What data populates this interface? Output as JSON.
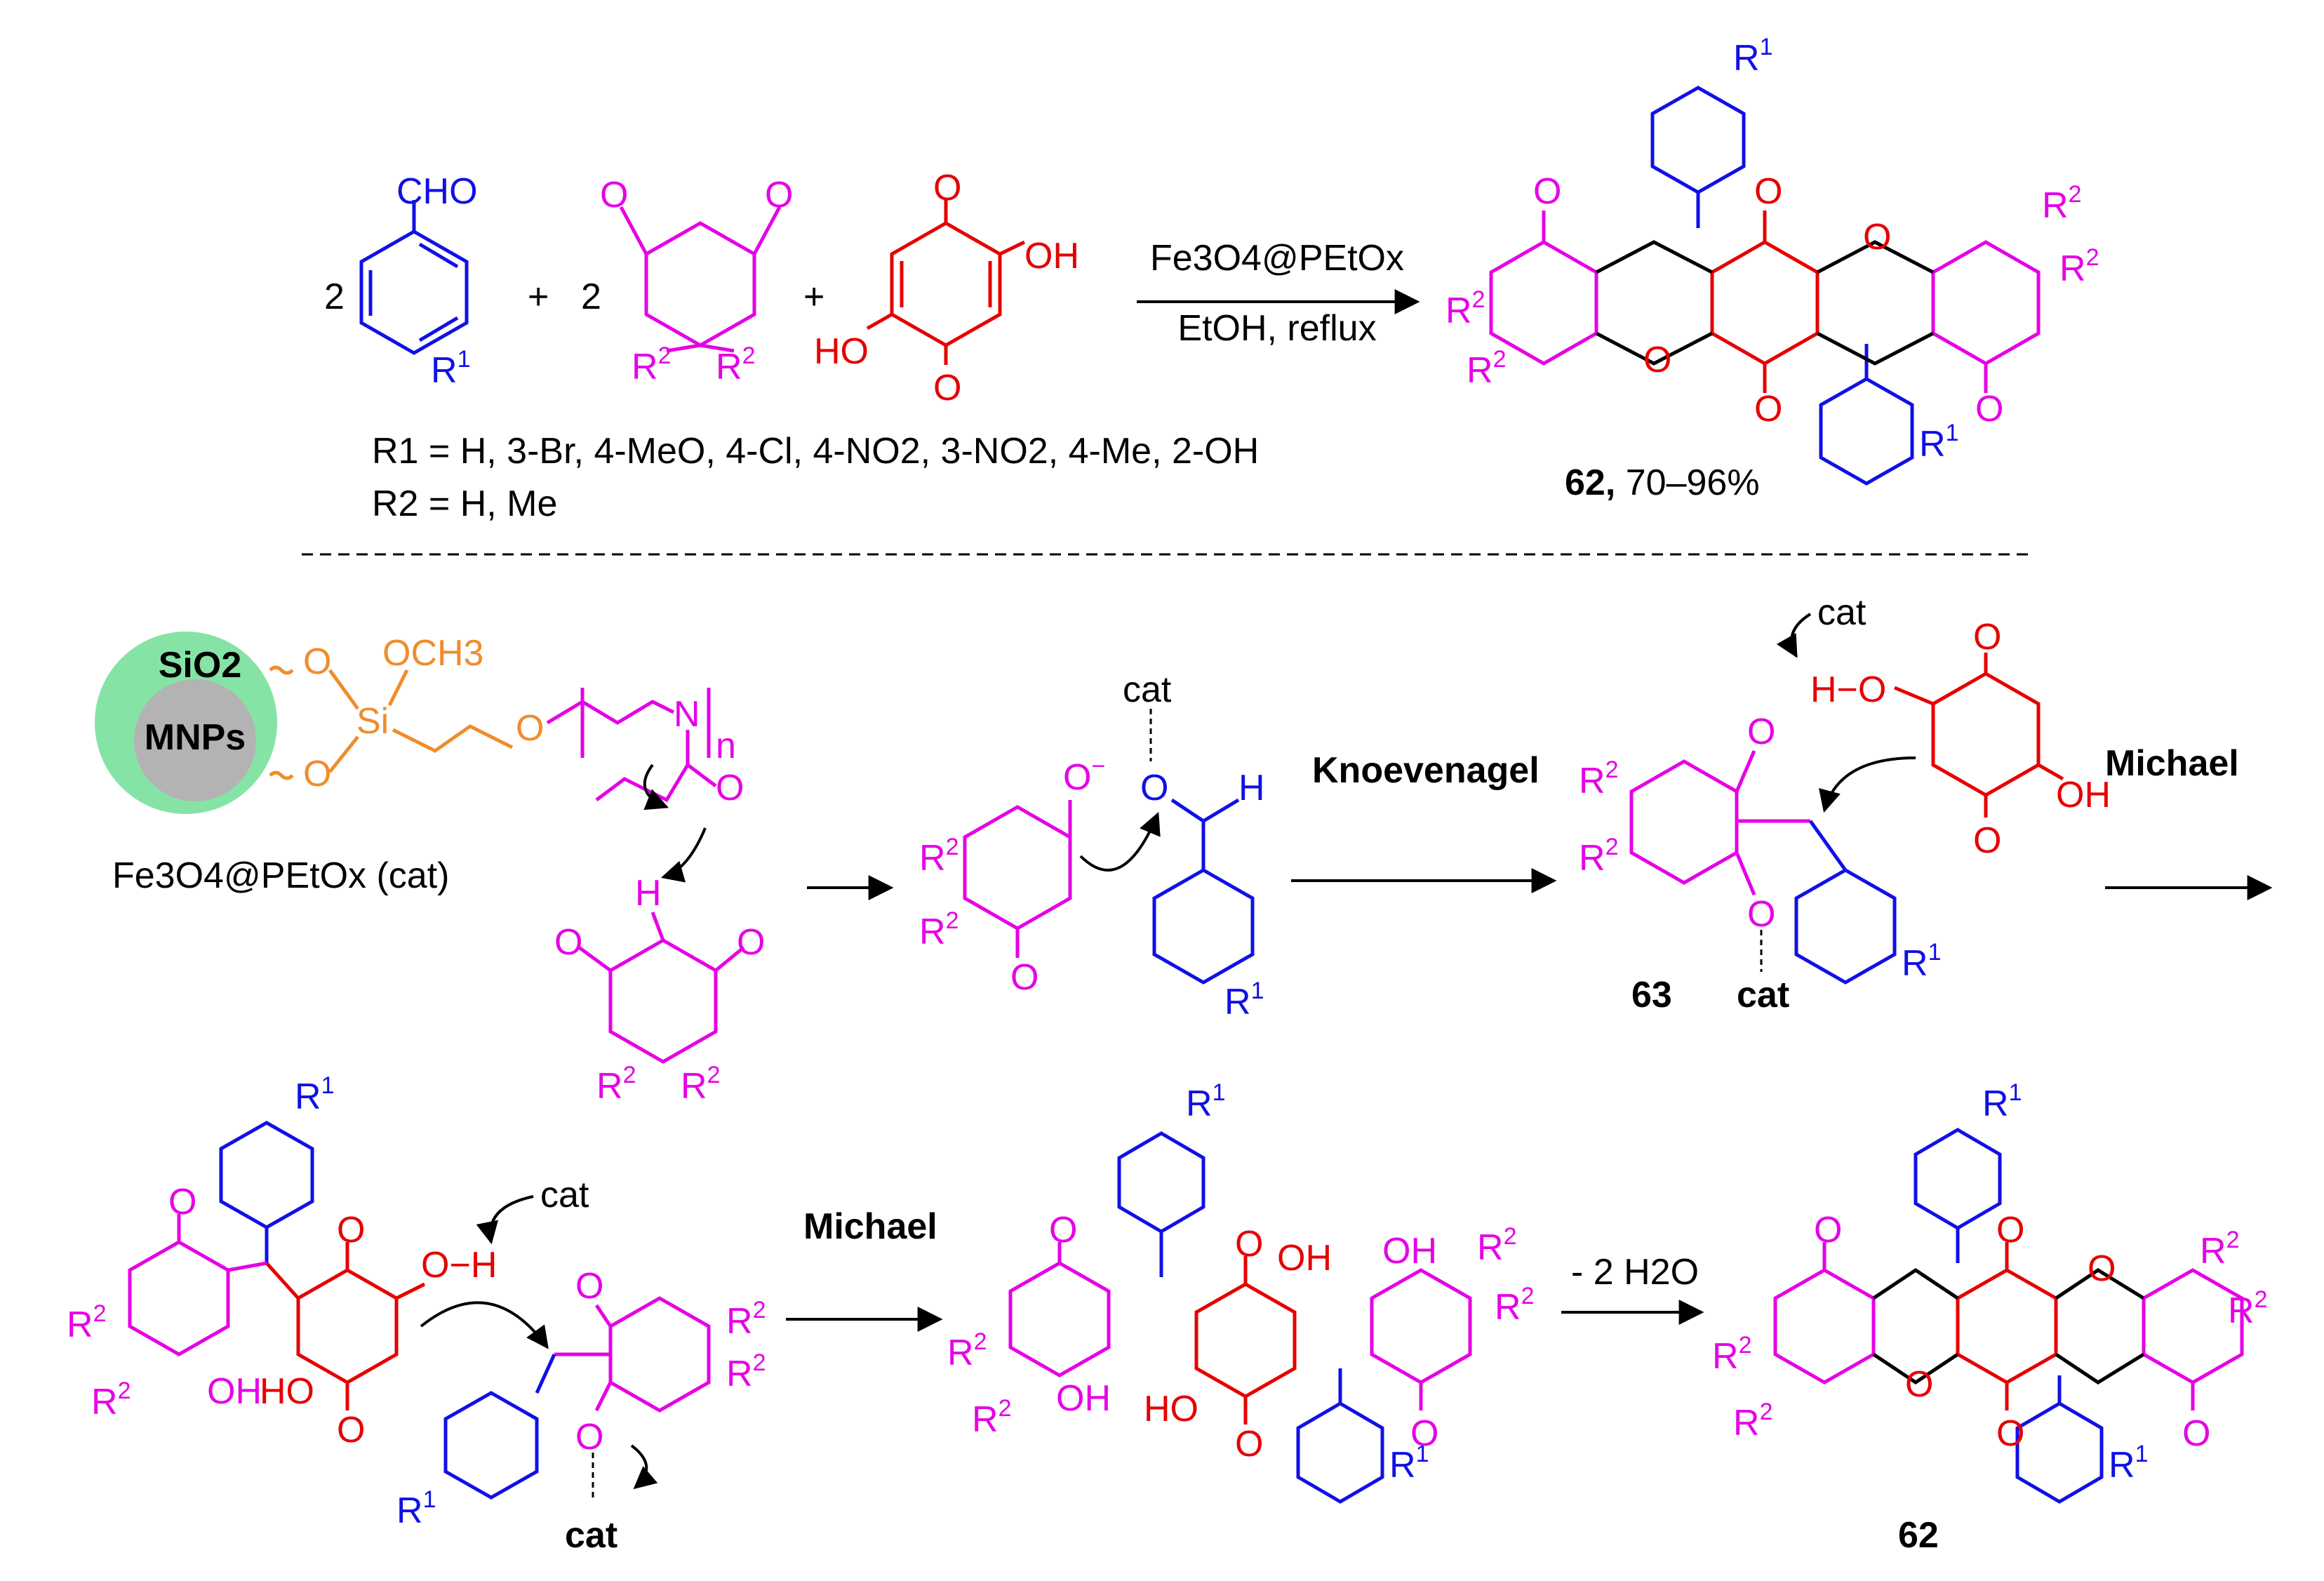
{
  "colors": {
    "blue": "#1010e6",
    "magenta": "#e600e6",
    "red": "#e60000",
    "orange": "#f08c2c",
    "green": "#86e3a6",
    "gray": "#b3b3b3",
    "black": "#000000"
  },
  "top": {
    "coef1": "2",
    "plus1": "+",
    "coef2": "2",
    "plus2": "+",
    "cho": "CHO",
    "oh": "OH",
    "ho": "HO",
    "o": "O",
    "arrow_above": "Fe3O4@PEtOx",
    "arrow_below": "EtOH, reflux",
    "r1_def": "R1 = H, 3-Br, 4-MeO, 4-Cl, 4-NO2, 3-NO2, 4-Me, 2-OH",
    "r2_def": "R2 = H, Me",
    "product_num": "62,",
    "product_yield": "70–96%"
  },
  "mech": {
    "sio2": "SiO2",
    "mnps": "MNPs",
    "och3": "OCH3",
    "si": "Si",
    "n": "N",
    "sub_n": "n",
    "cat_label": "Fe3O4@PEtOx (cat)",
    "cat": "cat",
    "h": "H",
    "knoevenagel": "Knoevenagel",
    "michael1": "Michael",
    "michael2": "Michael",
    "loss": "- 2 H2O",
    "cmpd63": "63",
    "cmpd62": "62"
  },
  "subs": {
    "r1": "R1",
    "r2": "R2"
  }
}
